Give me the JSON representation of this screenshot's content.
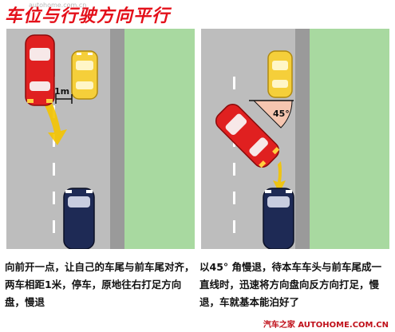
{
  "title": "车位与行驶方向平行",
  "watermark_top": "autohome.com.cn",
  "panels": [
    {
      "distance_label": "1m",
      "caption": "向前开一点，让自己的车尾与前车尾对齐，两车相距1米，停车，原地往右打足方向盘，慢退"
    },
    {
      "angle_label": "45°",
      "caption": "以45° 角慢退，待本车车头与前车尾成一直线时，迅速将方向盘向反方向打足，慢退，车就基本能泊好了"
    }
  ],
  "watermark_bottom": "汽车之家 AUTOHOME.COM.CN",
  "colors": {
    "title": "#e4101a",
    "road": "#bdbdbd",
    "curb": "#9a9a9a",
    "grass": "#a8d9a0",
    "red_car": "#e02020",
    "yellow_car": "#f5cf3a",
    "navy_car": "#1e2a55",
    "motion_arrow": "#f4c400"
  }
}
